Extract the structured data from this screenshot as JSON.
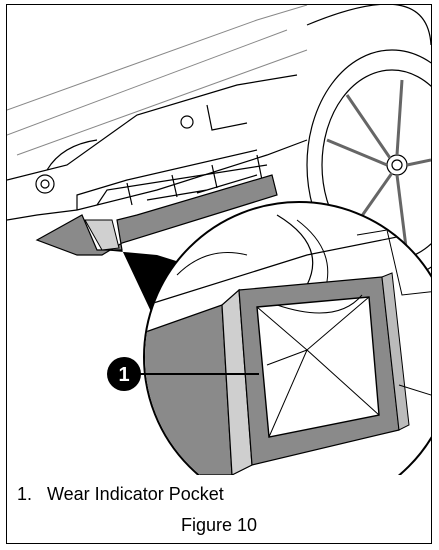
{
  "figure": {
    "callouts": [
      {
        "number": "1",
        "label": "Wear Indicator Pocket",
        "marker_color": "#000000"
      }
    ],
    "caption_number": "1.",
    "caption_text": "Wear Indicator Pocket",
    "figure_label": "Figure 10"
  },
  "colors": {
    "line": "#000000",
    "part_gray": "#7f7f7f",
    "part_light": "#d8d8d8",
    "background": "#ffffff"
  }
}
